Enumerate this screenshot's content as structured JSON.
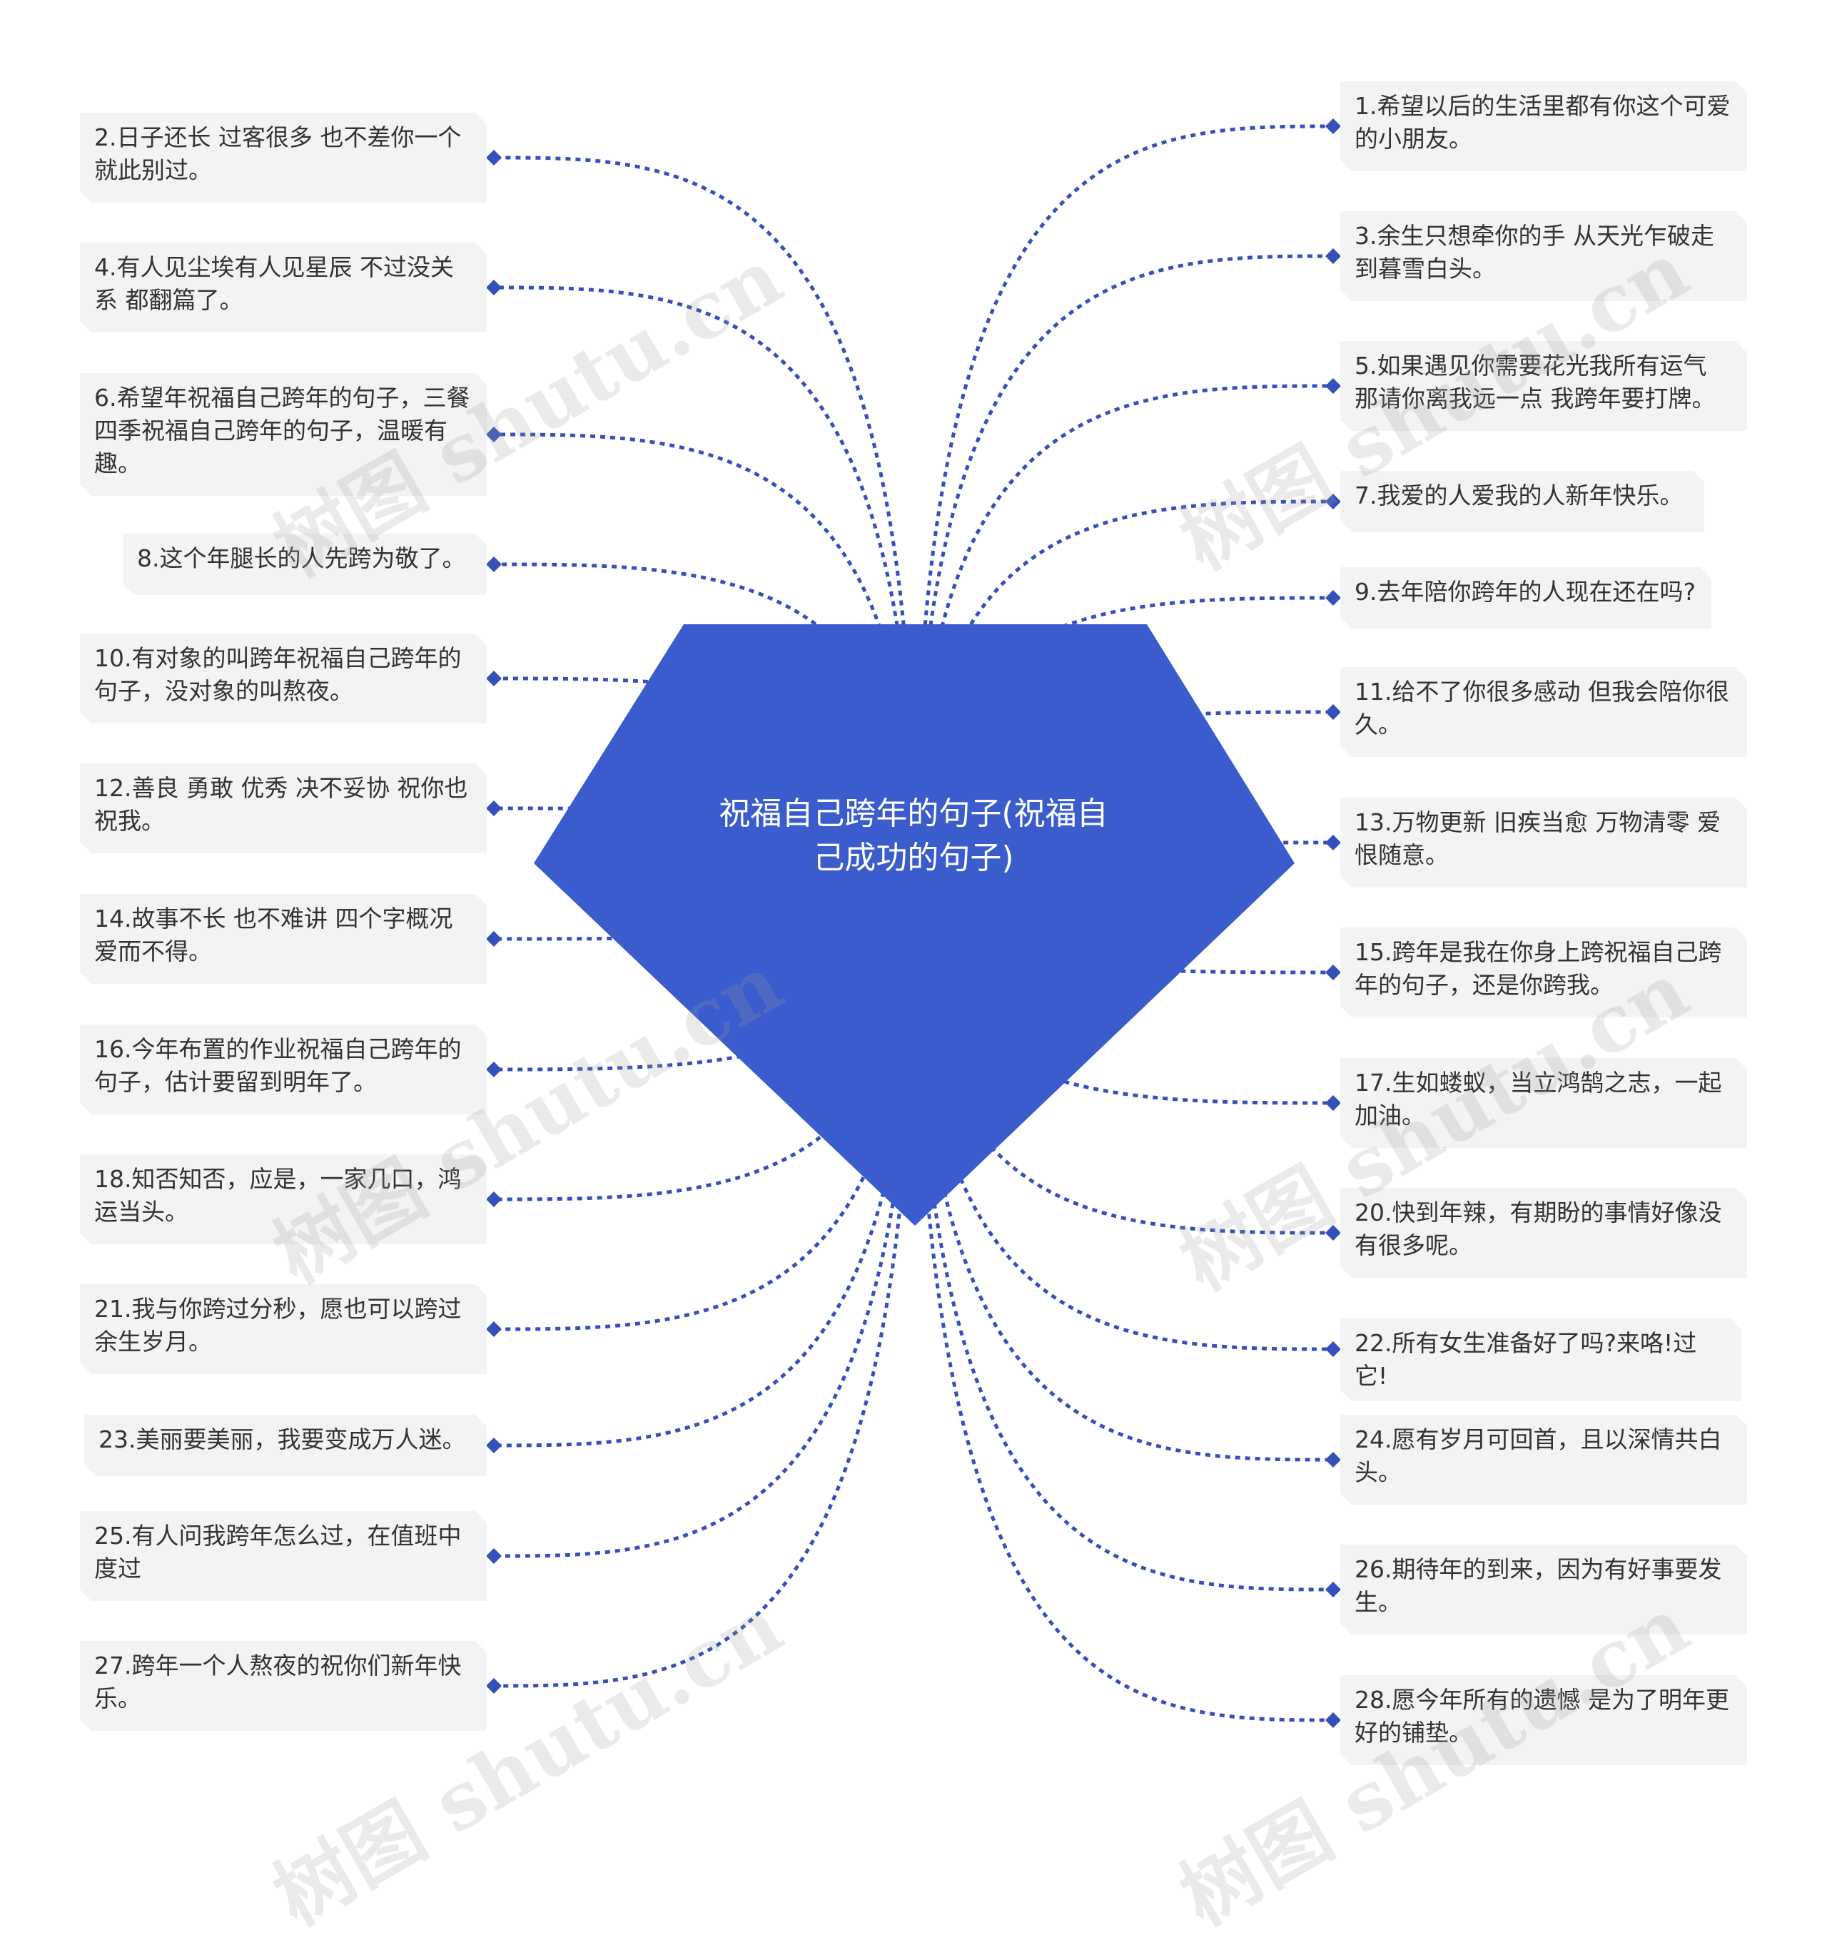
{
  "colors": {
    "center": "#3a5ccc",
    "link": "#3550b8",
    "node_bg": "#f1f3f5",
    "text": "#333333"
  },
  "center": {
    "title": "祝福自己跨年的句子(祝福自己成功的句子)"
  },
  "watermark": {
    "text": "树图 shutu.cn"
  },
  "left_nodes": [
    {
      "text": "2.日子还长 过客很多 也不差你一个 就此别过。"
    },
    {
      "text": "4.有人见尘埃有人见星辰 不过没关系 都翻篇了。"
    },
    {
      "text": "6.希望年祝福自己跨年的句子，三餐四季祝福自己跨年的句子，温暖有趣。"
    },
    {
      "text": "8.这个年腿长的人先跨为敬了。"
    },
    {
      "text": "10.有对象的叫跨年祝福自己跨年的句子，没对象的叫熬夜。"
    },
    {
      "text": "12.善良 勇敢 优秀 决不妥协 祝你也祝我。"
    },
    {
      "text": "14.故事不长 也不难讲 四个字概况爱而不得。"
    },
    {
      "text": "16.今年布置的作业祝福自己跨年的句子，估计要留到明年了。"
    },
    {
      "text": "18.知否知否，应是，一家几口，鸿运当头。"
    },
    {
      "text": "21.我与你跨过分秒，愿也可以跨过余生岁月。"
    },
    {
      "text": "23.美丽要美丽，我要变成万人迷。"
    },
    {
      "text": "25.有人问我跨年怎么过，在值班中度过"
    },
    {
      "text": "27.跨年一个人熬夜的祝你们新年快乐。"
    }
  ],
  "right_nodes": [
    {
      "text": "1.希望以后的生活里都有你这个可爱的小朋友。"
    },
    {
      "text": "3.余生只想牵你的手 从天光乍破走到暮雪白头。"
    },
    {
      "text": "5.如果遇见你需要花光我所有运气 那请你离我远一点 我跨年要打牌。"
    },
    {
      "text": "7.我爱的人爱我的人新年快乐。"
    },
    {
      "text": "9.去年陪你跨年的人现在还在吗?"
    },
    {
      "text": "11.给不了你很多感动 但我会陪你很久。"
    },
    {
      "text": "13.万物更新 旧疾当愈 万物清零 爱恨随意。"
    },
    {
      "text": "15.跨年是我在你身上跨祝福自己跨年的句子，还是你跨我。"
    },
    {
      "text": "17.生如蝼蚁，当立鸿鹄之志，一起加油。"
    },
    {
      "text": "20.快到年辣，有期盼的事情好像没有很多呢。"
    },
    {
      "text": "22.所有女生准备好了吗?来咯!过它!"
    },
    {
      "text": "24.愿有岁月可回首，且以深情共白头。"
    },
    {
      "text": "26.期待年的到来，因为有好事要发生。"
    },
    {
      "text": "28.愿今年所有的遗憾 是为了明年更好的铺垫。"
    }
  ]
}
